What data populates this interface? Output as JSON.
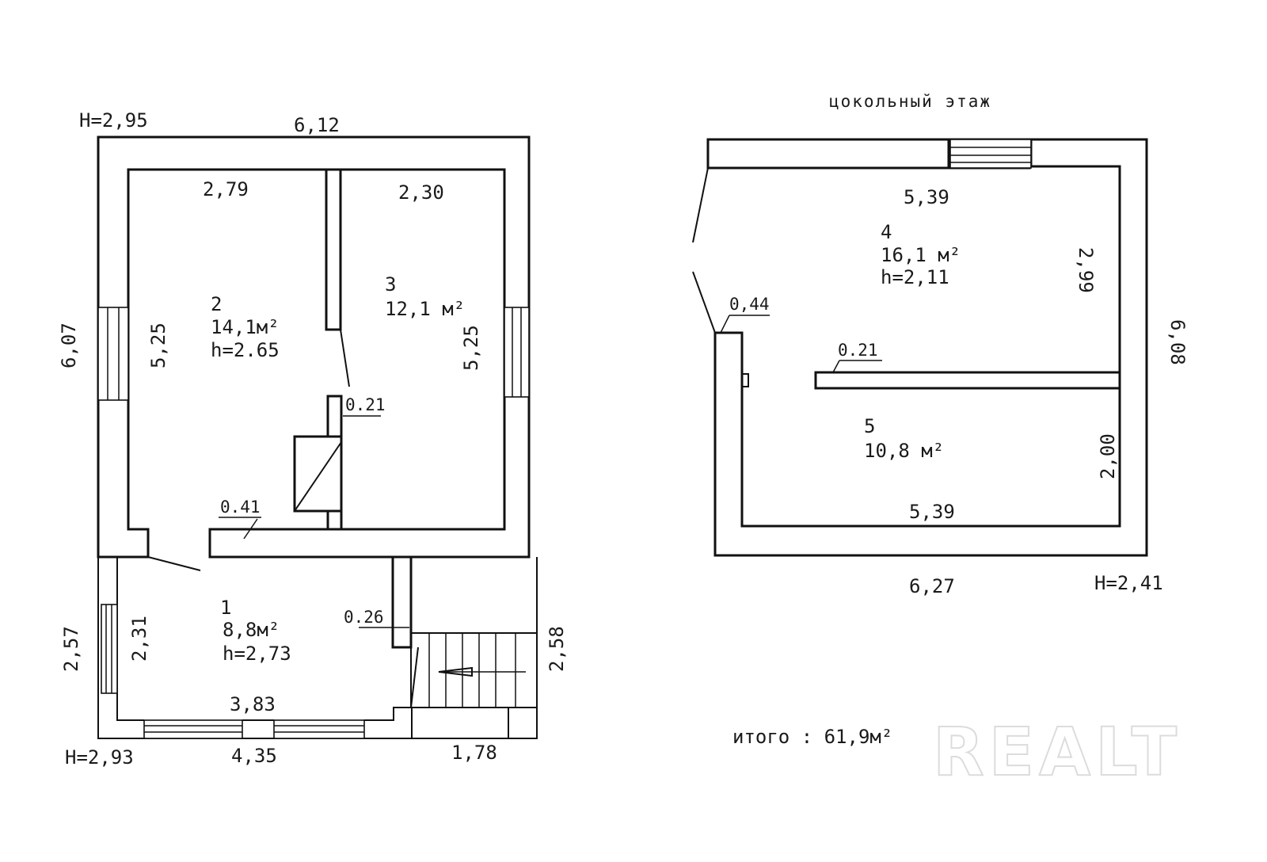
{
  "main_floor": {
    "heights": {
      "top_left": "H=2,95",
      "bottom_left": "H=2,93"
    },
    "dimensions": {
      "outer_width_top": "6,12",
      "outer_height_left": "6,07",
      "room2_width": "2,79",
      "room3_width": "2,30",
      "room2_height": "5,25",
      "room3_height": "5,25",
      "partition_thickness": "0.21",
      "inner_wall_thickness": "0.41",
      "stair_wall_thickness": "0.26",
      "room1_inner_height": "2,31",
      "room1_outer_height": "2,57",
      "room1_inner_width": "3,83",
      "bottom_width": "4,35",
      "porch_width": "1,78",
      "porch_height": "2,58"
    },
    "rooms": [
      {
        "number": "1",
        "area": "8,8м²",
        "height": "h=2,73"
      },
      {
        "number": "2",
        "area": "14,1м²",
        "height": "h=2.65"
      },
      {
        "number": "3",
        "area": "12,1 м²"
      }
    ]
  },
  "basement": {
    "title": "цокольный этаж",
    "height": "H=2,41",
    "dimensions": {
      "inner_width_top": "5,39",
      "inner_width_bottom": "5,39",
      "outer_width": "6,27",
      "outer_height": "6,08",
      "room4_height": "2,99",
      "room5_height": "2,00",
      "wall_thickness": "0,44",
      "partition_thickness": "0.21"
    },
    "rooms": [
      {
        "number": "4",
        "area": "16,1 м²",
        "height": "h=2,11"
      },
      {
        "number": "5",
        "area": "10,8 м²"
      }
    ]
  },
  "total": "итого : 61,9м²",
  "watermark": "REALT"
}
